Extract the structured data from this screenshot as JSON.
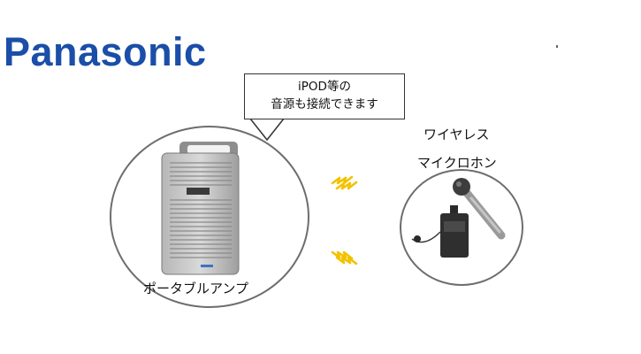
{
  "brand": {
    "logo_text": "Panasonic",
    "color": "#1a4ea8"
  },
  "callout": {
    "line1": "iPOD等の",
    "line2": "音源も接続できます"
  },
  "amplifier": {
    "label": "ポータブルアンプ"
  },
  "microphone": {
    "title_line1": "ワイヤレス",
    "title_line2": "マイクロホン"
  },
  "icons": {
    "amplifier": "portable-amplifier-icon",
    "handheld_mic": "handheld-microphone-icon",
    "transmitter": "bodypack-transmitter-icon",
    "signal": "wireless-signal-icon"
  },
  "colors": {
    "signal": "#f2c200",
    "circle_border": "#6d6d6d"
  }
}
